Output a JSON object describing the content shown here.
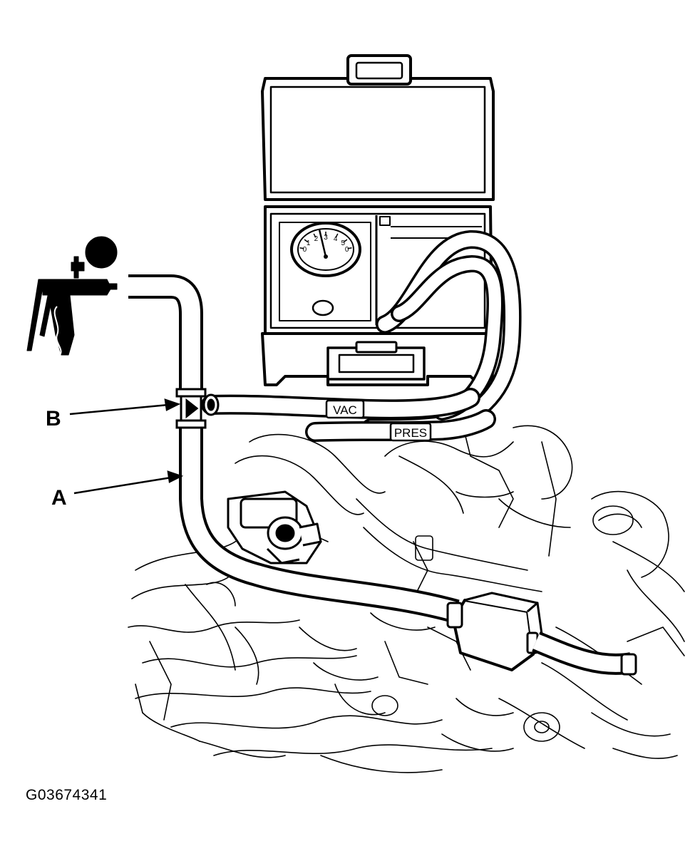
{
  "callouts": {
    "b": "B",
    "a": "A"
  },
  "hose_tags": {
    "vac": "VAC",
    "pres": "PRES"
  },
  "gauge": {
    "dial_marks": [
      "0",
      "1",
      "2",
      "3",
      "4",
      "5",
      "0"
    ]
  },
  "figure_id": "G03674341",
  "colors": {
    "ink": "#000000",
    "paper": "#ffffff"
  }
}
